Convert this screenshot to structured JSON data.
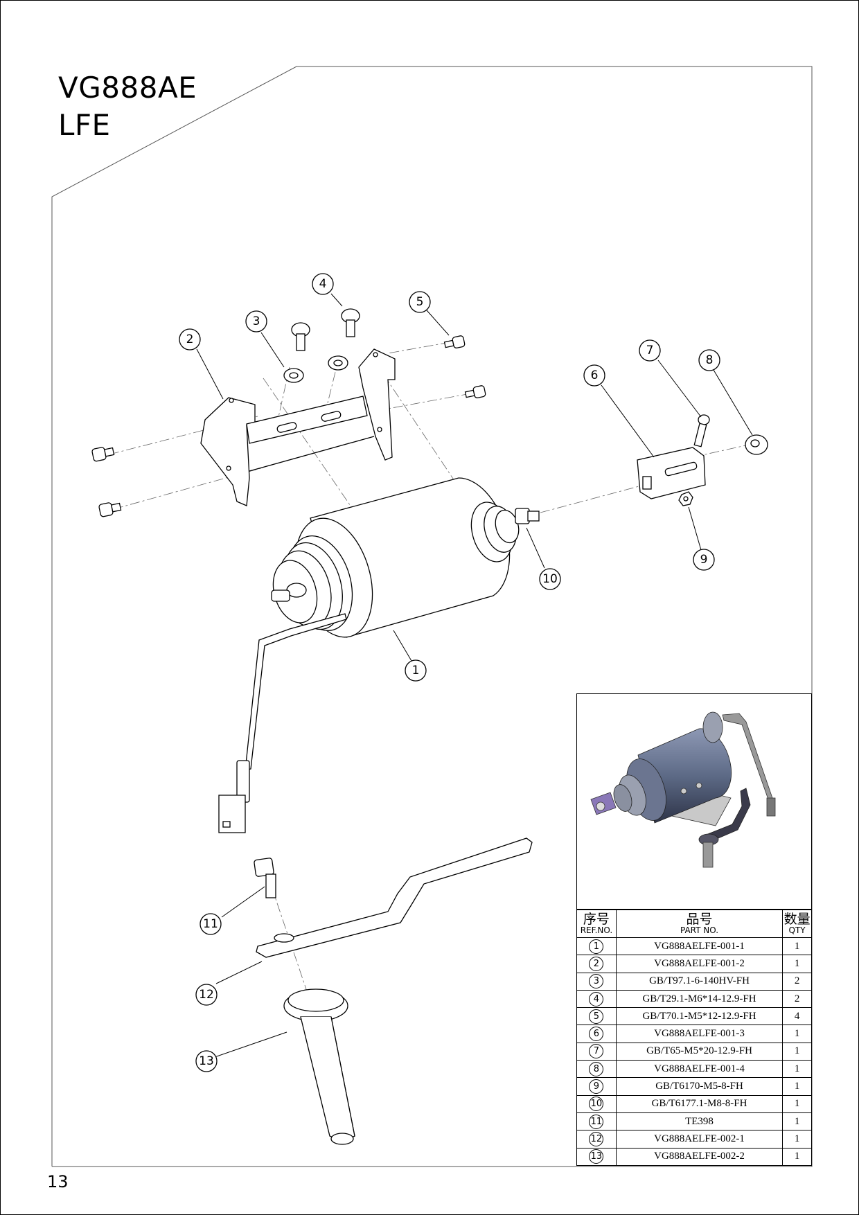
{
  "header": {
    "model": "VG888AE",
    "subtitle": "LFE"
  },
  "page_number": "13",
  "callouts": [
    "1",
    "2",
    "3",
    "4",
    "5",
    "6",
    "7",
    "8",
    "9",
    "10",
    "11",
    "12",
    "13"
  ],
  "table": {
    "headers": [
      {
        "cn": "序号",
        "en": "REF.NO."
      },
      {
        "cn": "品号",
        "en": "PART NO."
      },
      {
        "cn": "数量",
        "en": "QTY"
      }
    ],
    "rows": [
      {
        "ref": "1",
        "part": "VG888AELFE-001-1",
        "qty": "1"
      },
      {
        "ref": "2",
        "part": "VG888AELFE-001-2",
        "qty": "1"
      },
      {
        "ref": "3",
        "part": "GB/T97.1-6-140HV-FH",
        "qty": "2"
      },
      {
        "ref": "4",
        "part": "GB/T29.1-M6*14-12.9-FH",
        "qty": "2"
      },
      {
        "ref": "5",
        "part": "GB/T70.1-M5*12-12.9-FH",
        "qty": "4"
      },
      {
        "ref": "6",
        "part": "VG888AELFE-001-3",
        "qty": "1"
      },
      {
        "ref": "7",
        "part": "GB/T65-M5*20-12.9-FH",
        "qty": "1"
      },
      {
        "ref": "8",
        "part": "VG888AELFE-001-4",
        "qty": "1"
      },
      {
        "ref": "9",
        "part": "GB/T6170-M5-8-FH",
        "qty": "1"
      },
      {
        "ref": "10",
        "part": "GB/T6177.1-M8-8-FH",
        "qty": "1"
      },
      {
        "ref": "11",
        "part": "TE398",
        "qty": "1"
      },
      {
        "ref": "12",
        "part": "VG888AELFE-002-1",
        "qty": "1"
      },
      {
        "ref": "13",
        "part": "VG888AELFE-002-2",
        "qty": "1"
      }
    ]
  },
  "colors": {
    "line": "#000000",
    "frame": "#555555",
    "solenoid_body": "#5d6a86",
    "clevis": "#8a78b8",
    "lever": "#3a3a4a"
  }
}
